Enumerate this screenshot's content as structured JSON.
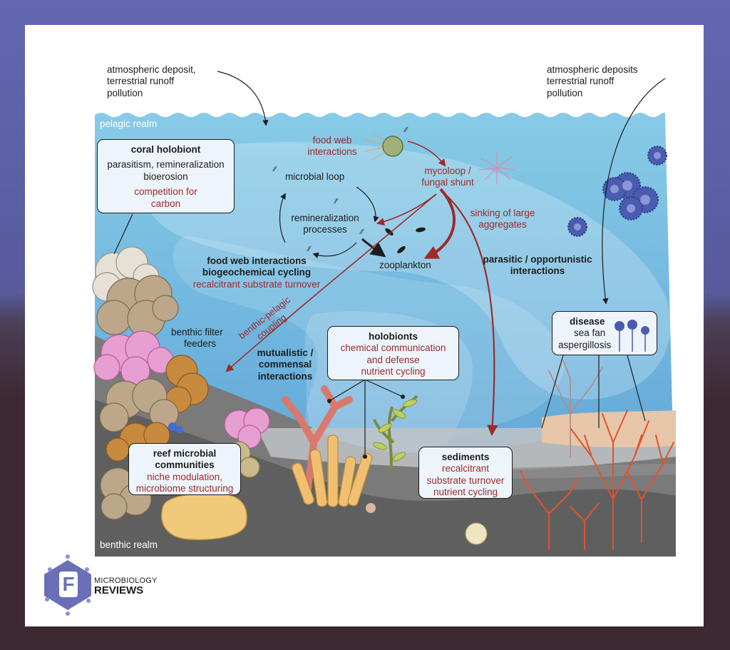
{
  "colors": {
    "outer_top": "#6367b1",
    "outer_bottom": "#3d2731",
    "ocean": "#7ec5e4",
    "sediment": "#6b6b6b",
    "accent_red": "#9e2a2b",
    "box_fill": "#eef4fb"
  },
  "labels": {
    "atm_left": [
      "atmospheric deposit,",
      "terrestrial runoff",
      "pollution"
    ],
    "atm_right": [
      "atmospheric deposits",
      "terrestrial runoff",
      "pollution"
    ],
    "pelagic": "pelagic realm",
    "benthic": "benthic realm",
    "food_web_interactions": [
      "food web",
      "interactions"
    ],
    "microbial_loop": "microbial loop",
    "remineralization": [
      "remineralization",
      "processes"
    ],
    "mycoloop": [
      "mycoloop  /",
      "fungal shunt"
    ],
    "sinking": [
      "sinking of large",
      "aggregates"
    ],
    "zooplankton": "zooplankton",
    "parasitic": [
      "parasitic / opportunistic",
      "interactions"
    ],
    "food_web_bio": [
      "food web interactions",
      "biogeochemical cycling"
    ],
    "recalcitrant": "recalcitrant substrate turnover",
    "benthic_pelagic": [
      "benthic-pelagic",
      "coupling"
    ],
    "benthic_filter": [
      "benthic filter",
      "feeders"
    ],
    "mutualistic": [
      "mutualistic /",
      "commensal",
      "interactions"
    ]
  },
  "boxes": {
    "coral": {
      "title": "coral holobiont",
      "lines": [
        "parasitism, remineralization",
        "bioerosion"
      ],
      "red": [
        "competition for",
        "carbon"
      ]
    },
    "holobionts": {
      "title": "holobionts",
      "red": [
        "chemical communication",
        "and defense",
        "nutrient cycling"
      ]
    },
    "disease": {
      "title": "disease",
      "lines": [
        "sea fan",
        "aspergillosis"
      ]
    },
    "reef": {
      "title": [
        "reef microbial",
        "communities"
      ],
      "red": [
        "niche modulation,",
        "microbiome structuring"
      ]
    },
    "sediments": {
      "title": "sediments",
      "red": [
        "recalcitrant",
        "substrate turnover",
        "nutrient cycling"
      ]
    }
  },
  "logo": {
    "line1": "MICROBIOLOGY",
    "line2": "REVIEWS",
    "letter": "F"
  }
}
